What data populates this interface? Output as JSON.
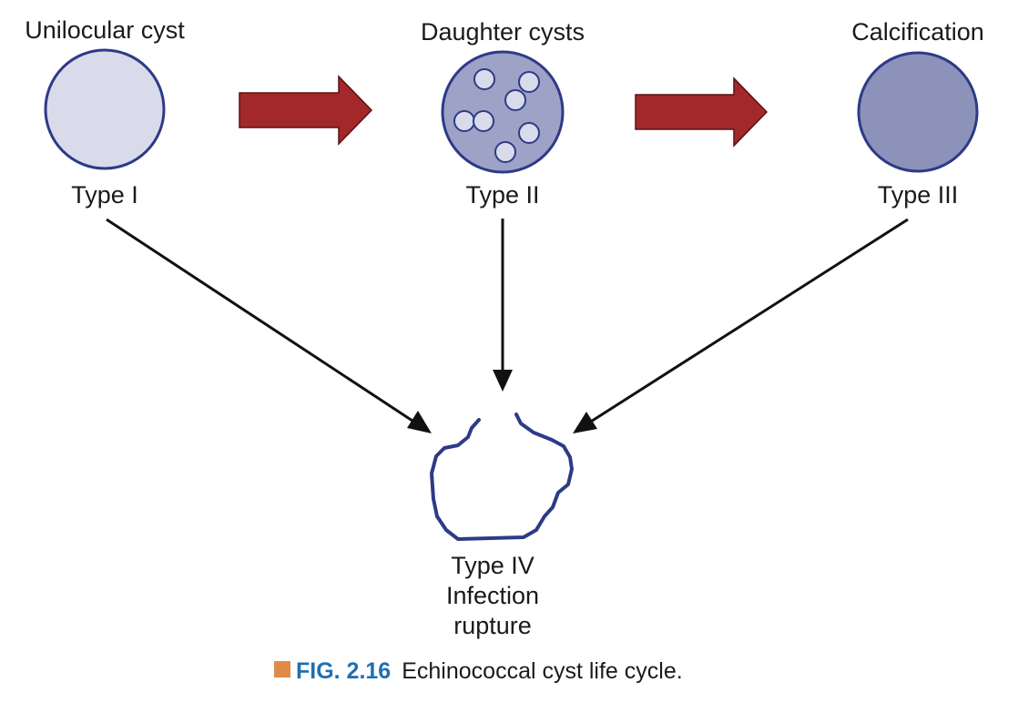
{
  "labels": {
    "stage1_top": "Unilocular cyst",
    "stage2_top": "Daughter cysts",
    "stage3_top": "Calcification",
    "stage1_type": "Type I",
    "stage2_type": "Type II",
    "stage3_type": "Type III",
    "stage4_line1": "Type IV",
    "stage4_line2": "Infection",
    "stage4_line3": "rupture"
  },
  "caption": {
    "fig_label": "FIG. 2.16",
    "text": "Echinococcal cyst life cycle."
  },
  "colors": {
    "cyst1_fill": "#d9dbeb",
    "cyst2_fill": "#9da2c6",
    "cyst3_fill": "#8d92bb",
    "daughter_fill": "#d9dbeb",
    "outline": "#2e3a87",
    "arrow_red": "#a3282a",
    "caption_square": "#e08a4a",
    "caption_blue": "#1f6fb2"
  }
}
